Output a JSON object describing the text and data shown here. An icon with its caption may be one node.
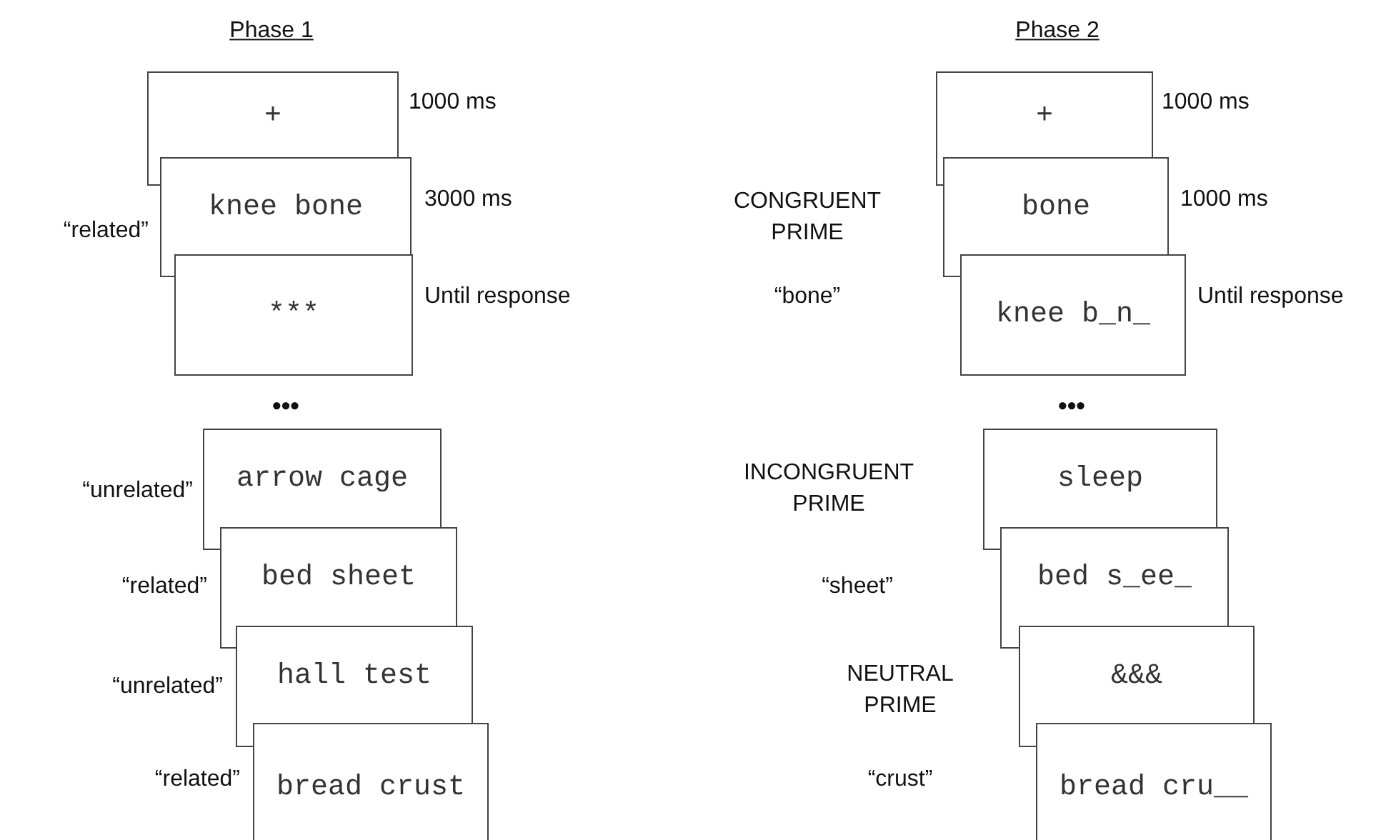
{
  "diagram": {
    "nodes": [
      {
        "text": [
          "+"
        ],
        "beside": [
          "1000 ms"
        ]
      },
      {
        "text": [
          "knee bone"
        ],
        "beside": [
          "“related”",
          "3000 ms"
        ]
      },
      {
        "text": [
          "***"
        ],
        "beside": [
          "Until response"
        ]
      },
      {
        "text": [
          "arrow cage"
        ],
        "beside": [
          "“unrelated”"
        ]
      },
      {
        "text": [
          "bed sheet"
        ],
        "beside": [
          "“related”"
        ]
      },
      {
        "text": [
          "hall test"
        ],
        "beside": [
          "“unrelated”"
        ]
      },
      {
        "text": [
          "bread crust"
        ],
        "beside": [
          "“related”"
        ]
      },
      {
        "text": [
          "+"
        ],
        "beside": [
          "1000 ms"
        ]
      },
      {
        "text": [
          "bone"
        ],
        "beside": [
          "CONGRUENT PRIME",
          "1000 ms"
        ]
      },
      {
        "text": [
          "knee b_n_"
        ],
        "beside": [
          "Until response"
        ]
      },
      {
        "text": [
          "sleep"
        ],
        "beside": [
          "INCONGRUENT PRIME"
        ]
      },
      {
        "text": [
          "bed s_ee_"
        ]
      },
      {
        "text": [
          "&&&"
        ],
        "beside": [
          "NEUTRAL PRIME"
        ]
      },
      {
        "text": [
          "bread cru__"
        ]
      }
    ],
    "labels": [
      "Phase 1",
      "Phase 2",
      "“bone”",
      "•••",
      "•••",
      "“sheet”",
      "“crust”"
    ]
  }
}
